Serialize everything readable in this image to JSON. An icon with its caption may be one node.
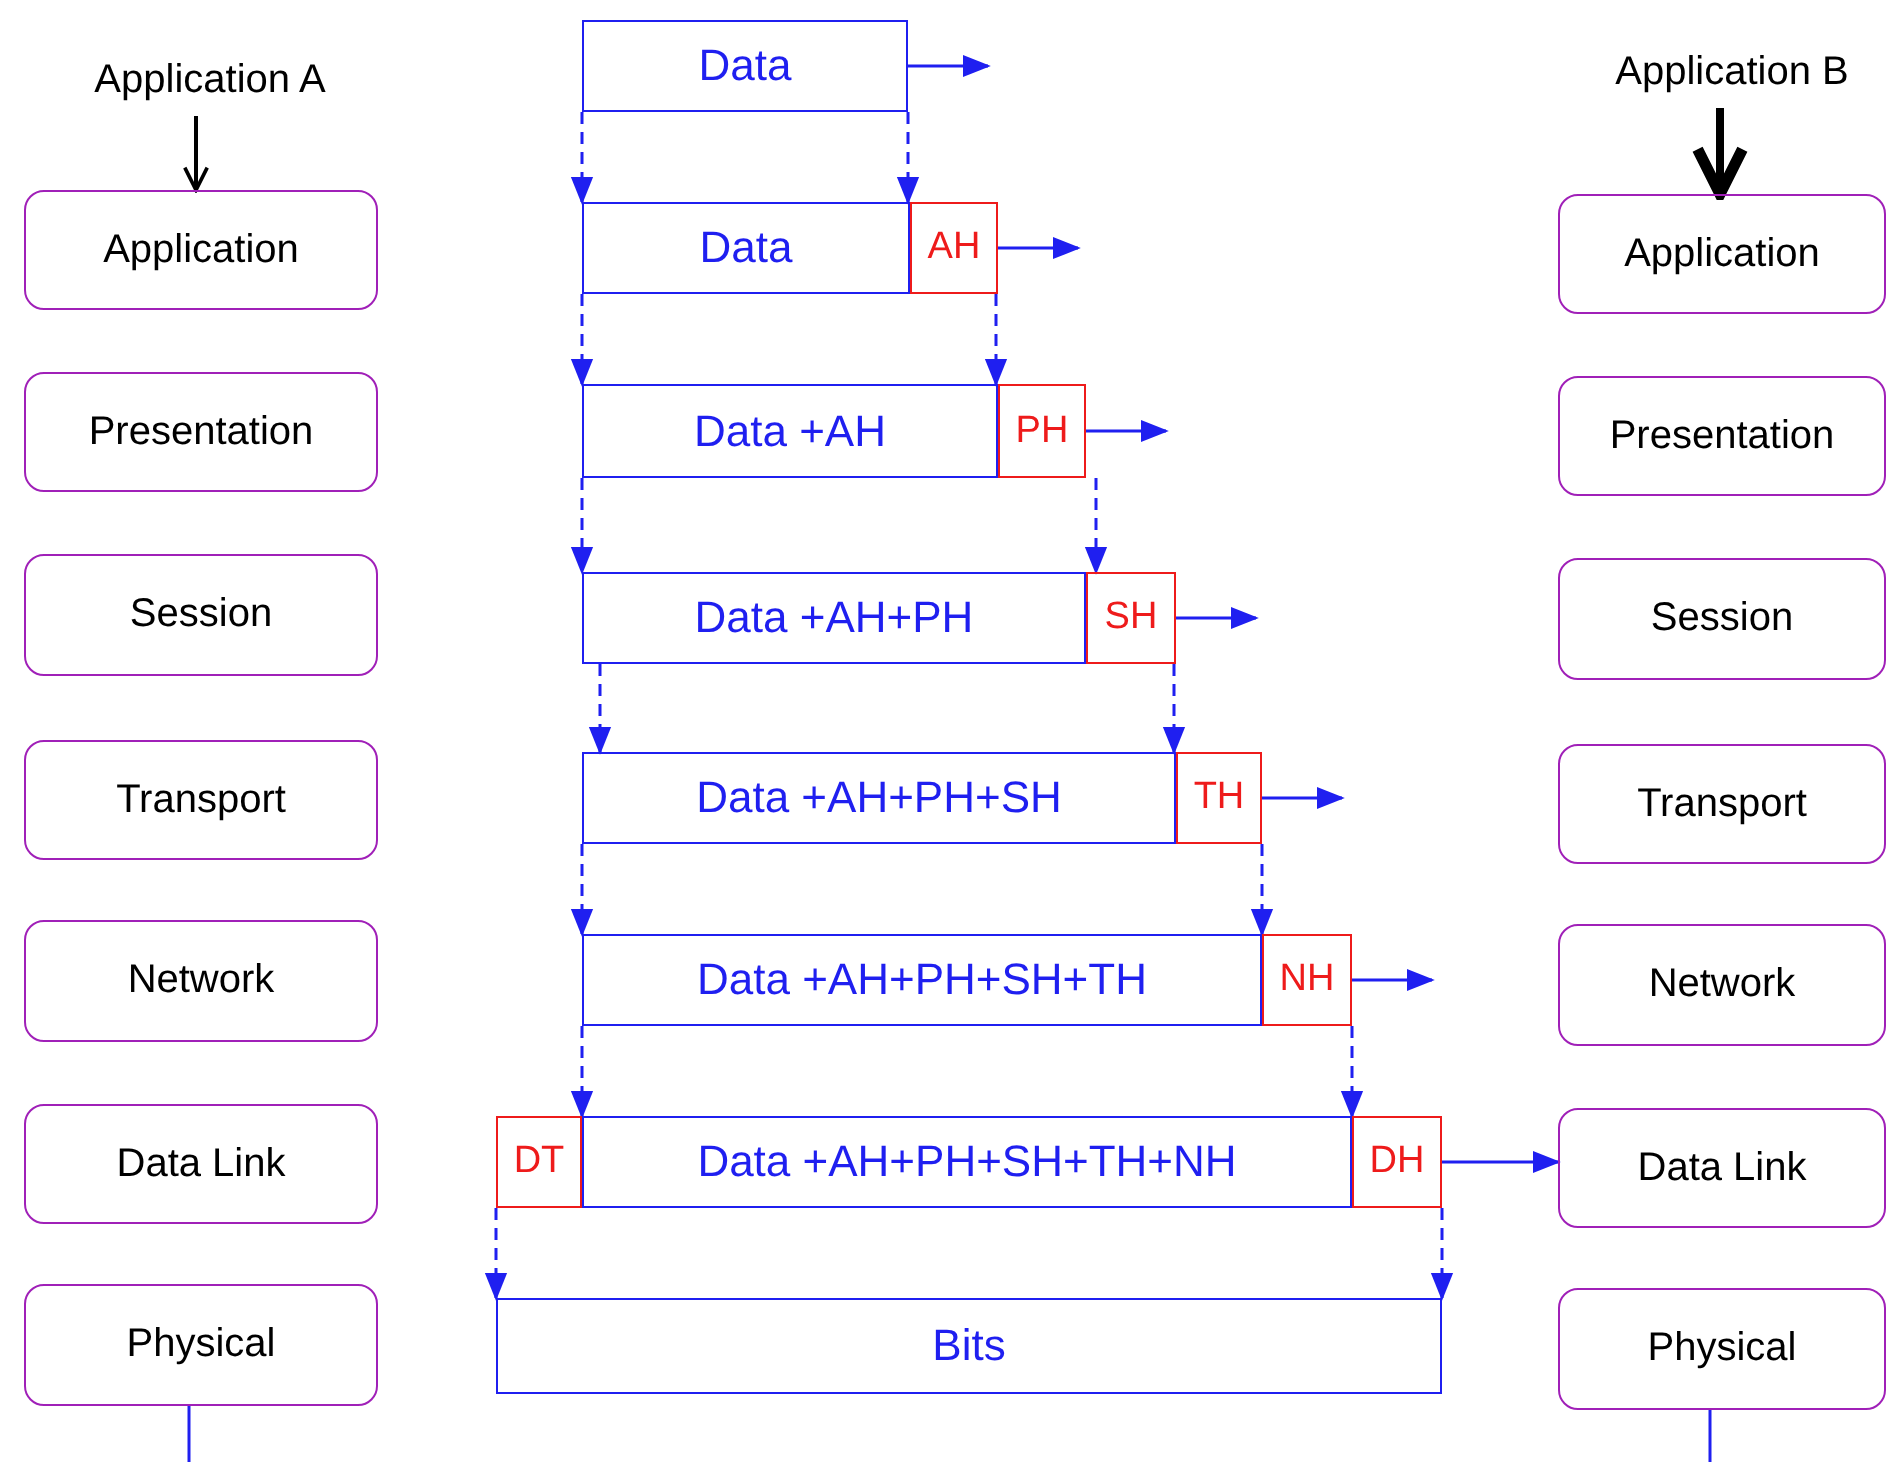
{
  "diagram": {
    "nodes": [
      {
        "text": [
          "Application A"
        ]
      },
      {
        "text": [
          "Application B"
        ]
      },
      {
        "text": [
          "Application"
        ]
      },
      {
        "text": [
          "Presentation"
        ]
      },
      {
        "text": [
          "Session"
        ]
      },
      {
        "text": [
          "Transport"
        ]
      },
      {
        "text": [
          "Network"
        ]
      },
      {
        "text": [
          "Data Link"
        ]
      },
      {
        "text": [
          "Physical"
        ]
      },
      {
        "text": [
          "Data"
        ]
      },
      {
        "text": [
          "Data"
        ]
      },
      {
        "text": [
          "AH"
        ]
      },
      {
        "text": [
          "Data +AH"
        ]
      },
      {
        "text": [
          "PH"
        ]
      },
      {
        "text": [
          "Data +AH+PH"
        ]
      },
      {
        "text": [
          "SH"
        ]
      },
      {
        "text": [
          "Data +AH+PH+SH"
        ]
      },
      {
        "text": [
          "TH"
        ]
      },
      {
        "text": [
          "Data +AH+PH+SH+TH"
        ]
      },
      {
        "text": [
          "NH"
        ]
      },
      {
        "text": [
          "DT"
        ]
      },
      {
        "text": [
          "Data +AH+PH+SH+TH+NH"
        ]
      },
      {
        "text": [
          "DH"
        ]
      },
      {
        "text": [
          "Bits"
        ]
      },
      {
        "text": [
          "Application"
        ]
      },
      {
        "text": [
          "Presentation"
        ]
      },
      {
        "text": [
          "Session"
        ]
      },
      {
        "text": [
          "Transport"
        ]
      },
      {
        "text": [
          "Network"
        ]
      },
      {
        "text": [
          "Data Link"
        ]
      },
      {
        "text": [
          "Physical"
        ]
      }
    ],
    "edges": [
      {
        "from": 0,
        "to": 2,
        "arrow": "to",
        "color": "#000000"
      },
      {
        "from": 1,
        "to": 24,
        "arrow": "to",
        "style": "thick",
        "color": "#000000"
      },
      {
        "from": 9,
        "to": null,
        "arrow": "to"
      },
      {
        "from": 9,
        "to": 10,
        "arrow": "to",
        "style": "dashed"
      },
      {
        "from": 9,
        "to": 10,
        "arrow": "to",
        "style": "dashed"
      },
      {
        "from": 11,
        "to": null,
        "arrow": "to"
      },
      {
        "from": 10,
        "to": 12,
        "arrow": "to",
        "style": "dashed"
      },
      {
        "from": 11,
        "to": 12,
        "arrow": "to",
        "style": "dashed"
      },
      {
        "from": 13,
        "to": null,
        "arrow": "to"
      },
      {
        "from": 12,
        "to": 14,
        "arrow": "to",
        "style": "dashed"
      },
      {
        "from": 13,
        "to": 14,
        "arrow": "to",
        "style": "dashed"
      },
      {
        "from": 15,
        "to": null,
        "arrow": "to"
      },
      {
        "from": 14,
        "to": 16,
        "arrow": "to",
        "style": "dashed"
      },
      {
        "from": 15,
        "to": 16,
        "arrow": "to",
        "style": "dashed"
      },
      {
        "from": 17,
        "to": null,
        "arrow": "to"
      },
      {
        "from": 16,
        "to": 18,
        "arrow": "to",
        "style": "dashed"
      },
      {
        "from": 17,
        "to": 18,
        "arrow": "to",
        "style": "dashed"
      },
      {
        "from": 19,
        "to": null,
        "arrow": "to"
      },
      {
        "from": 18,
        "to": 21,
        "arrow": "to",
        "style": "dashed"
      },
      {
        "from": 19,
        "to": 21,
        "arrow": "to",
        "style": "dashed"
      },
      {
        "from": 22,
        "to": 29,
        "arrow": "to"
      },
      {
        "from": 20,
        "to": 23,
        "arrow": "to",
        "style": "dashed"
      },
      {
        "from": 22,
        "to": 23,
        "arrow": "to",
        "style": "dashed"
      },
      {
        "from": 8,
        "to": null,
        "arrow": "none"
      },
      {
        "from": 30,
        "to": null,
        "arrow": "none"
      }
    ]
  }
}
